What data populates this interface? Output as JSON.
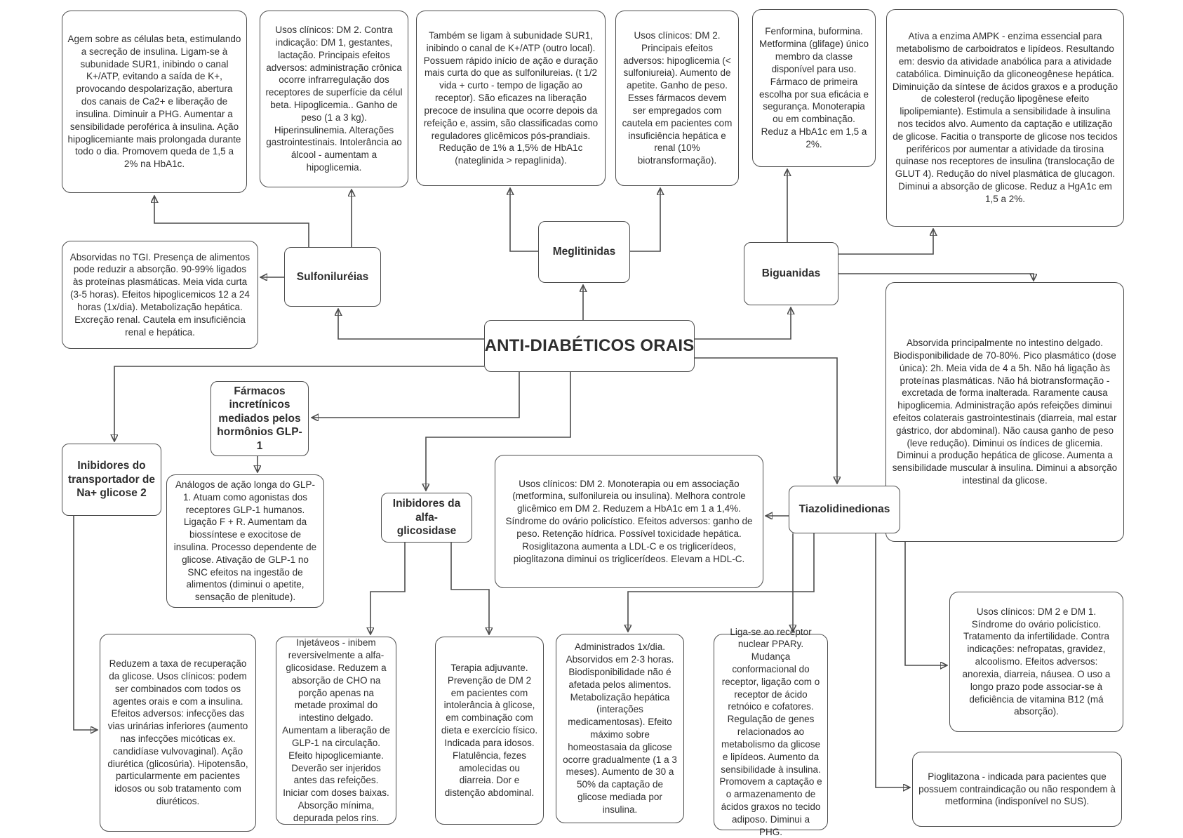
{
  "colors": {
    "background": "#ffffff",
    "border": "#4c4c4c",
    "text": "#2e2e2e",
    "connector": "#4c4c4c"
  },
  "nodes": {
    "central": "ANTI-DIABÉTICOS ORAIS",
    "sulfonylureas": "Sulfoniluréias",
    "meglitinides": "Meglitinidas",
    "biguanides": "Biguanidas",
    "glp1": "Fármacos incretínicos mediados pelos hormônios GLP-1",
    "sglt2": "Inibidores do transportador de Na+ glicose 2",
    "alpha_glucosidase": "Inibidores da alfa-glicosidase",
    "thiazolidinediones": "Tiazolidinedionas"
  },
  "notes": {
    "a": "Agem sobre as células beta, estimulando a secreção de insulina. Ligam-se à subunidade SUR1, inibindo o canal K+/ATP, evitando a saída de K+, provocando despolarização, abertura dos canais de Ca2+ e liberação de insulina. Diminuir a PHG. Aumentar a sensibilidade peroférica à insulina. Ação hipoglicemiante mais prolongada durante todo o dia. Promovem queda de 1,5 a 2% na HbA1c.",
    "b": "Usos clínicos: DM 2. Contra indicação: DM 1, gestantes, lactação. Principais efeitos adversos: administração crônica ocorre infrarregulação dos receptores de superfície da célul beta. Hipoglicemia.. Ganho de peso (1 a 3 kg). Hiperinsulinemia. Alterações gastrointestinais. Intolerância ao álcool - aumentam a hipoglicemia.",
    "c": "Também se ligam à subunidade SUR1, inibindo o canal de K+/ATP (outro local). Possuem rápido início de ação e duração mais curta do que as sulfonilureias. (t 1/2 vida + curto - tempo de ligação ao receptor). São eficazes na liberação precoce de insulina que ocorre depois da refeição e, assim, são classificadas como reguladores glicêmicos pós-prandiais. Redução de 1% a 1,5% de HbA1c (nateglinida > repaglinida).",
    "d": "Usos clínicos: DM 2. Principais efeitos adversos: hipoglicemia (< sulfoniureia). Aumento de apetite. Ganho de peso. Esses fármacos devem ser empregados com cautela em pacientes com insuficiência hepática e renal (10% biotransformação).",
    "e": "Fenformina, buformina. Metformina (glifage) único membro da classe disponível para uso. Fármaco de primeira escolha por sua eficácia e segurança. Monoterapia ou em combinação. Reduz a HbA1c em 1,5 a 2%.",
    "f": "Ativa a enzima AMPK - enzima essencial para metabolismo de carboidratos e lipídeos. Resultando em: desvio da atividade anabólica para a atividade catabólica. Diminuição da gliconeogênese hepática. Diminuição da síntese de ácidos graxos e a produção de colesterol (redução lipogênese efeito lipolipemiante). Estimula a sensibilidade à insulina nos tecidos alvo. Aumento da captação e utilização de glicose. Facitia o transporte de glicose nos tecidos periféricos por aumentar a atividade da tirosina quinase nos receptores de insulina (translocação de GLUT 4). Redução do nível plasmática de glucagon. Diminui a absorção de glicose. Reduz a HgA1c em 1,5 a 2%.",
    "g": "Absorvidas no TGI. Presença de alimentos pode reduzir a absorção. 90-99% ligados às proteínas plasmáticas. Meia vida curta (3-5 horas). Efeitos hipoglicemicos 12 a 24 horas (1x/dia). Metabolização hepática. Excreção renal. Cautela em insuficiência renal e hepática.",
    "h": "Análogos de ação longa do GLP-1. Atuam como agonistas dos receptores GLP-1 humanos. Ligação F + R. Aumentam da biossíntese e exocitose de insulina. Processo dependente de glicose. Ativação de GLP-1 no SNC efeitos na ingestão de alimentos (diminui o apetite, sensação de plenitude).",
    "i": "Usos clínicos: DM 2. Monoterapia ou em associação (metformina, sulfonilureia ou insulina). Melhora controle glicêmico em DM 2. Reduzem a HbA1c em 1 a 1,4%. Síndrome do ovário policístico. Efeitos adversos: ganho de peso. Retenção hídrica. Possível toxicidade hepática. Rosiglitazona aumenta a LDL-C e os triglicerídeos, pioglitazona diminui os triglicerídeos. Elevam a HDL-C.",
    "j": "Absorvida principalmente no intestino delgado. Biodisponibilidade de 70-80%. Pico plasmático (dose única): 2h. Meia vida de 4 a 5h. Não há ligação às proteínas plasmáticas. Não há biotransformação - excretada de forma inalterada. Raramente causa hipoglicemia. Administração após refeições diminui efeitos colaterais gastrointestinais (diarreia, mal estar gástrico, dor abdominal). Não causa ganho de peso (leve redução). Diminui os índices de glicemia. Diminui a produção hepática de glicose. Aumenta a sensibilidade muscular à insulina. Diminui a absorção intestinal da glicose.",
    "k": "Usos clínicos: DM 2 e DM 1. Síndrome do ovário policístico. Tratamento da infertilidade. Contra indicações: nefropatas, gravidez, alcoolismo. Efeitos adversos: anorexia, diarreia, náusea. O uso a longo prazo pode associar-se à deficiência de vitamina B12 (má absorção).",
    "l": "Pioglitazona - indicada para pacientes que possuem contraindicação ou não respondem à metformina (indisponível no SUS).",
    "m": "Reduzem a taxa de recuperação da glicose. Usos clínicos: podem ser combinados com todos os agentes orais e com a insulina. Efeitos adversos: infecções das vias urinárias inferiores (aumento nas infecções micóticas ex. candidíase vulvovaginal). Ação diurética (glicosúria). Hipotensão, particularmente em pacientes idosos ou sob tratamento com diuréticos.",
    "n": "Injetáveos - inibem reversivelmente a alfa-glicosidase. Reduzem a absorção de CHO na porção apenas na metade proximal do intestino delgado. Aumentam a liberação de GLP-1 na circulação. Efeito hipoglicemiante. Deverão ser injeridos antes das refeições. Iniciar com doses baixas. Absorção mínima, depurada pelos rins.",
    "o": "Terapia adjuvante. Prevenção de DM 2 em pacientes com intolerância à glicose, em combinação com dieta e exercício físico. Indicada para idosos. Flatulência, fezes amolecidas ou diarreia. Dor e distenção abdominal.",
    "p": "Administrados 1x/dia. Absorvidos em 2-3 horas. Biodisponibilidade não é afetada pelos alimentos. Metabolização hepática (interações medicamentosas). Efeito máximo sobre homeostasaia da glicose ocorre gradualmente (1 a 3 meses). Aumento de 30 a 50% da captação de glicose mediada por insulina.",
    "q": "Liga-se ao receptor nuclear PPARy. Mudança conformacional do receptor, ligação com o receptor de ácido retnóico e cofatores. Regulação de genes relacionados ao metabolismo da glicose e lipídeos. Aumento da sensibilidade à insulina. Promovem a captação e o armazenamento de ácidos graxos no tecido adiposo. Diminui a PHG."
  }
}
